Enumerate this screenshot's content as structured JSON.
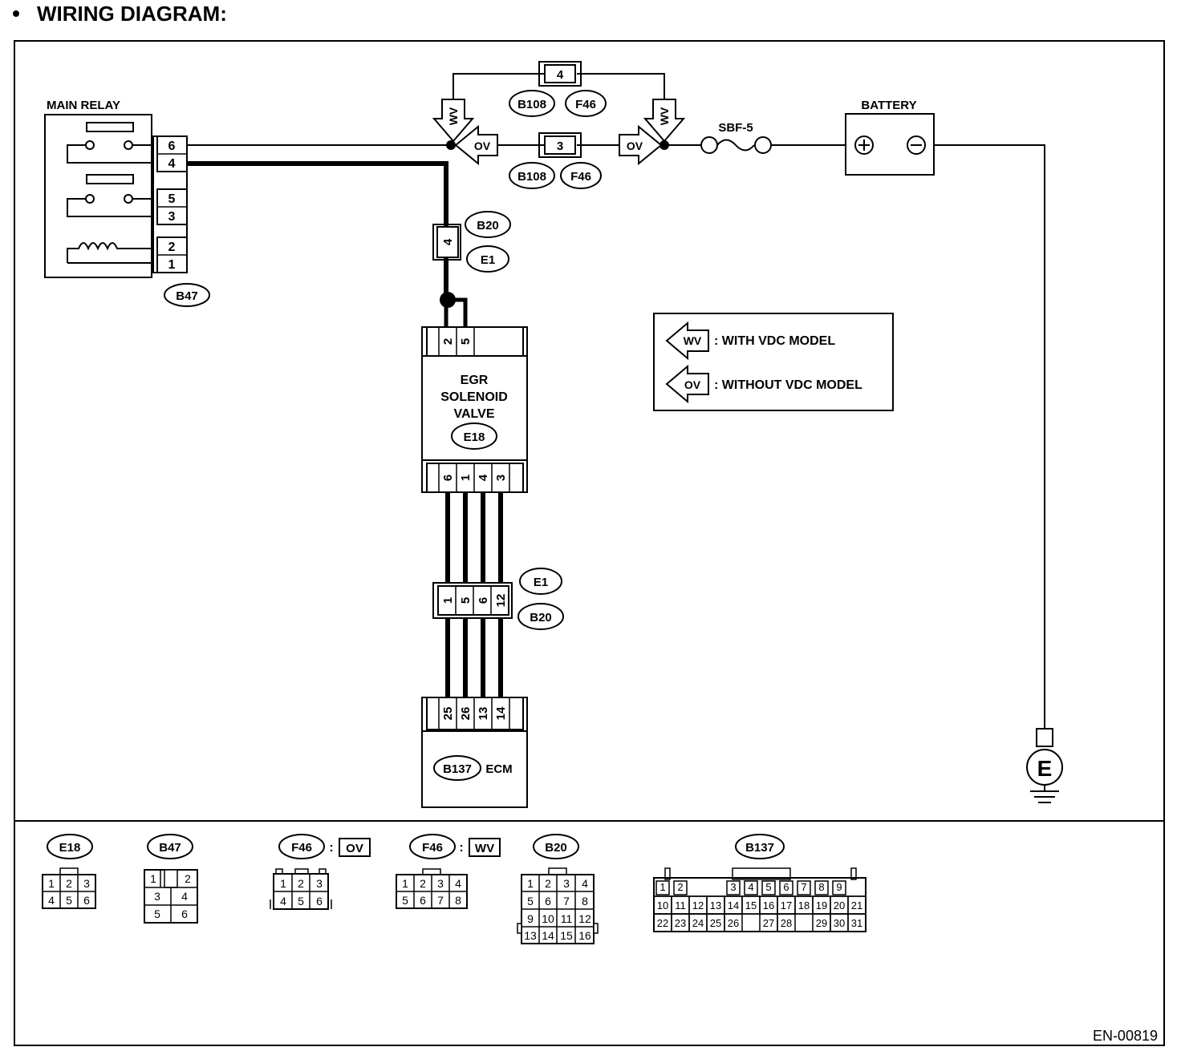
{
  "title": "WIRING DIAGRAM:",
  "doc_id": "EN-00819",
  "components": {
    "main_relay": {
      "label": "MAIN RELAY",
      "connector": "B47",
      "pins": [
        "6",
        "4",
        "5",
        "3",
        "2",
        "1"
      ]
    },
    "battery": {
      "label": "BATTERY",
      "plus": "⊕",
      "minus": "⊖"
    },
    "fuse": {
      "label": "SBF-5"
    },
    "egr": {
      "line1": "EGR",
      "line2": "SOLENOID",
      "line3": "VALVE",
      "connector": "E18",
      "top_pins": [
        "2",
        "5"
      ],
      "bottom_pins": [
        "6",
        "1",
        "4",
        "3"
      ]
    },
    "ecm": {
      "label": "ECM",
      "connector": "B137",
      "pins": [
        "25",
        "26",
        "13",
        "14"
      ]
    },
    "ground": {
      "label": "E"
    }
  },
  "junctions": {
    "top_pin": "4",
    "top_a": "B108",
    "top_b": "F46",
    "mid_pin": "3",
    "mid_a": "B108",
    "mid_b": "F46",
    "vert_pin": "4",
    "vert_a": "B20",
    "vert_b": "E1",
    "lower_pins": [
      "1",
      "5",
      "6",
      "12"
    ],
    "lower_a": "E1",
    "lower_b": "B20"
  },
  "markers": {
    "wv": "WV",
    "ov": "OV"
  },
  "legend": {
    "wv_tag": "WV",
    "wv_text": ": WITH VDC MODEL",
    "ov_tag": "OV",
    "ov_text": ": WITHOUT VDC MODEL"
  },
  "connector_views": {
    "e18": {
      "name": "E18",
      "rows": [
        [
          "1",
          "2",
          "3"
        ],
        [
          "4",
          "5",
          "6"
        ]
      ]
    },
    "b47": {
      "name": "B47",
      "rows": [
        [
          "1",
          "2"
        ],
        [
          "3",
          "4"
        ],
        [
          "5",
          "6"
        ]
      ]
    },
    "f46ov": {
      "name": "F46",
      "sep": ":",
      "variant": "OV",
      "rows": [
        [
          "1",
          "2",
          "3"
        ],
        [
          "4",
          "5",
          "6"
        ]
      ]
    },
    "f46wv": {
      "name": "F46",
      "sep": ":",
      "variant": "WV",
      "rows": [
        [
          "1",
          "2",
          "3",
          "4"
        ],
        [
          "5",
          "6",
          "7",
          "8"
        ]
      ]
    },
    "b20": {
      "name": "B20",
      "rows": [
        [
          "1",
          "2",
          "3",
          "4"
        ],
        [
          "5",
          "6",
          "7",
          "8"
        ],
        [
          "9",
          "10",
          "11",
          "12"
        ],
        [
          "13",
          "14",
          "15",
          "16"
        ]
      ]
    },
    "b137": {
      "name": "B137",
      "row1": [
        "1",
        "2",
        "3",
        "4",
        "5",
        "6",
        "7",
        "8",
        "9"
      ],
      "row2": [
        "10",
        "11",
        "12",
        "13",
        "14",
        "15",
        "16",
        "17",
        "18",
        "19",
        "20",
        "21"
      ],
      "row3": [
        "22",
        "23",
        "24",
        "25",
        "26",
        "27",
        "28",
        "29",
        "30",
        "31"
      ]
    }
  }
}
